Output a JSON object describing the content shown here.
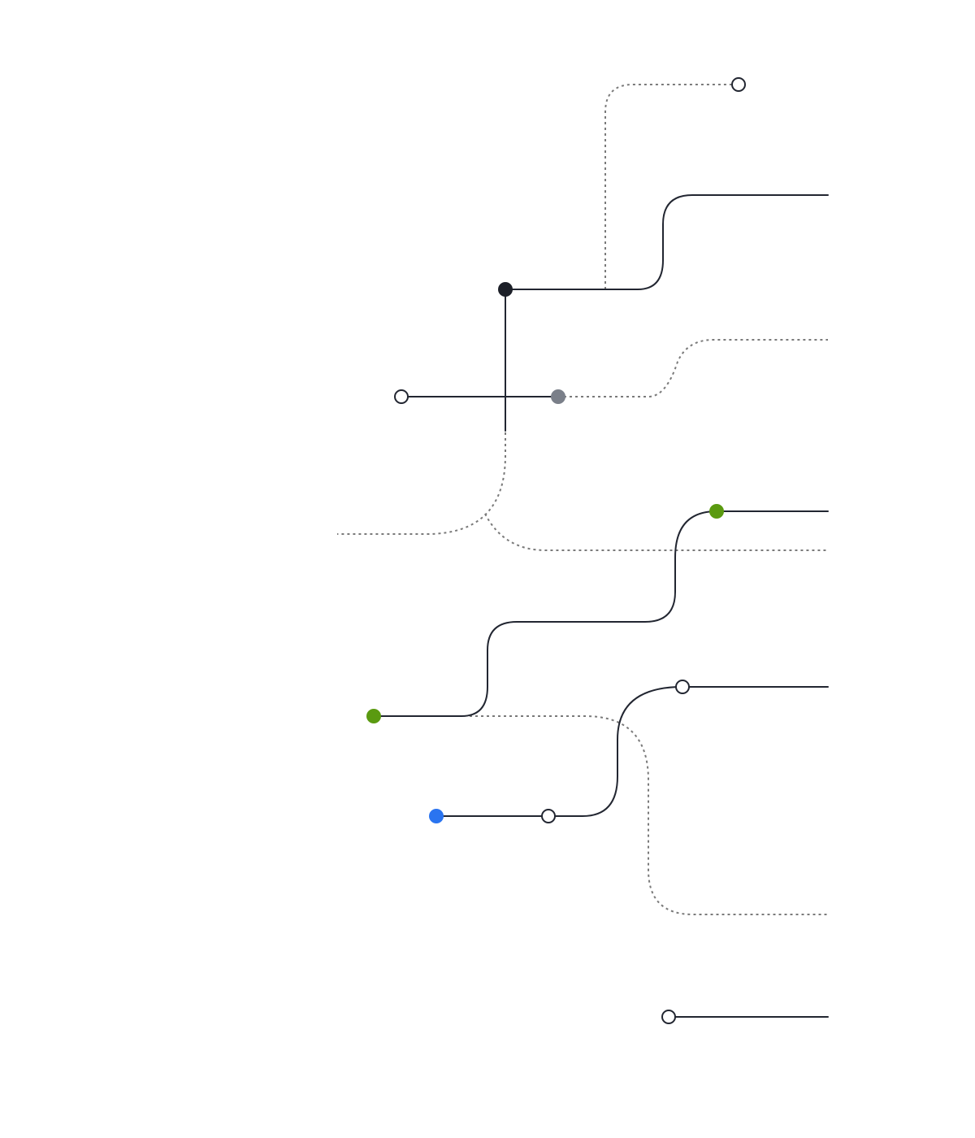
{
  "diagram": {
    "type": "branch-path-illustration",
    "colors": {
      "background": "#ffffff",
      "line_solid": "#222631",
      "line_dotted": "#7a7a7a",
      "node_hollow_fill": "#ffffff",
      "node_dark": "#1c1f28",
      "node_gray": "#7a7f89",
      "node_green": "#5a9a10",
      "node_blue": "#2a74f0"
    },
    "solid_paths": [
      {
        "id": "upper-main-branch",
        "label": ""
      },
      {
        "id": "vertical-trunk",
        "label": ""
      },
      {
        "id": "horizontal-crossing",
        "label": ""
      },
      {
        "id": "green-to-green-branch",
        "label": ""
      },
      {
        "id": "blue-to-right-branch",
        "label": ""
      },
      {
        "id": "bottom-stub",
        "label": ""
      }
    ],
    "dotted_paths": [
      {
        "id": "top-dotted-branch"
      },
      {
        "id": "gray-dotted-branch"
      },
      {
        "id": "left-trunk-dotted-curve"
      },
      {
        "id": "middle-dotted-branch"
      },
      {
        "id": "lower-dotted-branch"
      }
    ],
    "nodes": [
      {
        "id": "top-hollow",
        "kind": "hollow"
      },
      {
        "id": "dark-junction",
        "kind": "dark"
      },
      {
        "id": "left-hollow",
        "kind": "hollow"
      },
      {
        "id": "gray-node",
        "kind": "gray"
      },
      {
        "id": "upper-green",
        "kind": "green"
      },
      {
        "id": "lower-green",
        "kind": "green"
      },
      {
        "id": "right-hollow",
        "kind": "hollow"
      },
      {
        "id": "blue-node",
        "kind": "blue"
      },
      {
        "id": "mid-hollow",
        "kind": "hollow"
      },
      {
        "id": "bottom-hollow",
        "kind": "hollow"
      }
    ]
  }
}
